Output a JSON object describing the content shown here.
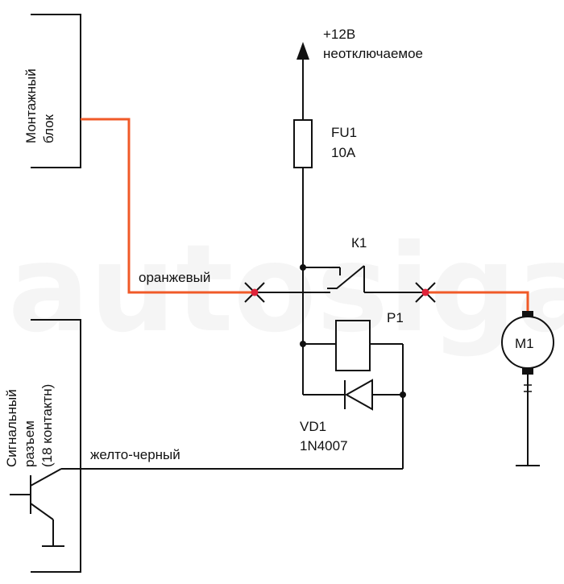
{
  "diagram": {
    "supply_label": "+12В",
    "supply_note": "неотключаемое",
    "fuse_name": "FU1",
    "fuse_rating": "10А",
    "relay_contact_name": "К1",
    "relay_coil_name": "Р1",
    "diode_name": "VD1",
    "diode_model": "1N4007",
    "motor_name": "М1",
    "wire_orange_label": "оранжевый",
    "wire_yellow_black_label": "желто-черный",
    "block_mount_label": "Монтажный блок",
    "block_mount_line1": "Монтажный",
    "block_mount_line2": "блок",
    "block_signal_line1": "Сигнальный",
    "block_signal_line2": "разъем",
    "block_signal_line3": "(18 контактн)",
    "watermark": "autosiga.ru",
    "colors": {
      "orange_wire": "#f05a28",
      "break_mark": "#e0233a",
      "line": "#111111"
    }
  }
}
